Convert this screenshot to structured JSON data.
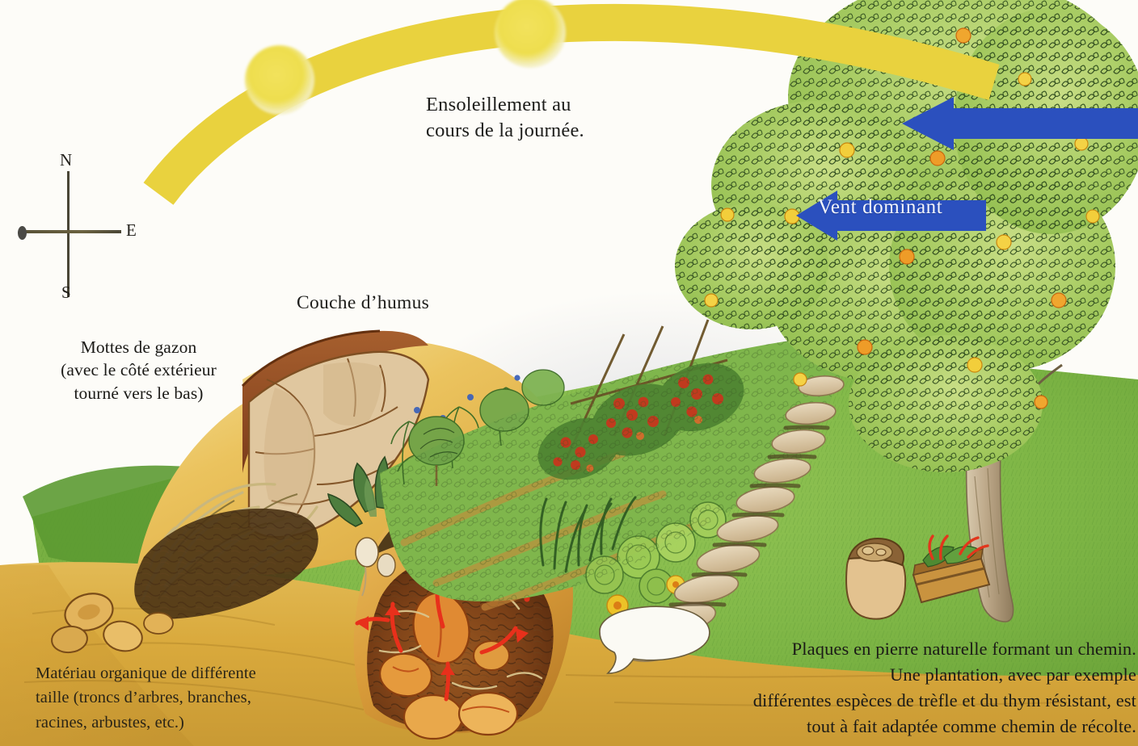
{
  "document": {
    "type": "illustration",
    "language": "fr",
    "title": "Jardin en buttes — coupe illustrée",
    "background_color": "#FDFCF8"
  },
  "compass": {
    "north": "N",
    "east": "E",
    "south": "S",
    "west_marker": "west-dot"
  },
  "sun": {
    "arc_color": "#E9D23E",
    "caption": "Ensoleillement au\ncours de la journée.",
    "disc_count": 2
  },
  "wind": {
    "label": "Vent dominant",
    "arrow_color": "#2B50BE",
    "arrow_count": 2,
    "direction": "left"
  },
  "captions": {
    "humus": "Couche d’humus",
    "mottes": "Mottes de gazon\n(avec le côté extérieur\ntourné vers le bas)",
    "materiau": "Matériau organique de différente\ntaille (troncs d’arbres, branches,\nracines, arbustes, etc.)",
    "plaques": "Plaques en pierre naturelle formant un chemin.\nUne plantation, avec par exemple\ndifférentes espèces de trèfle et du thym résistant, est\ntout à fait adaptée comme chemin de récolte."
  },
  "scene_elements": {
    "mound": "hugelkultur-mound",
    "sod_blocks": "sod-blocks-inverted",
    "wood_core": "woody-material-core",
    "heat_arrows_color": "#E8301B",
    "vegetable_bed": "mixed-vegetable-planting",
    "stone_path": "natural-stone-stepping-path",
    "fruit_tree": "fruit-tree-canopy",
    "harvest": "sack-and-crate",
    "lawn_color": "#7EB24A",
    "soil_color": "#D7A93F"
  }
}
